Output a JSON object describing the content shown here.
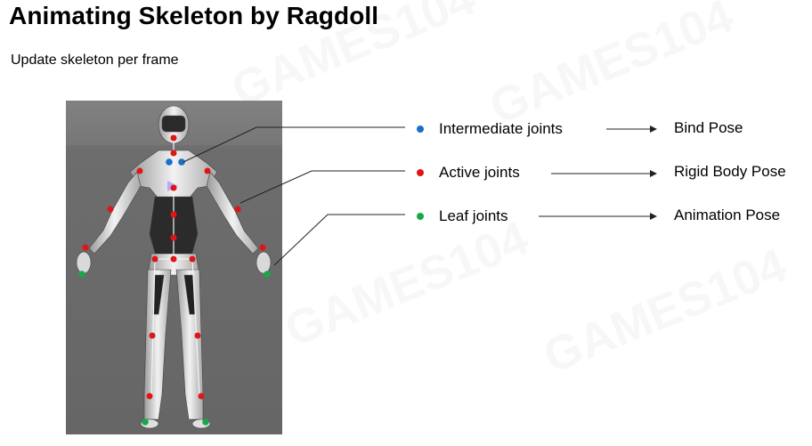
{
  "title": "Animating Skeleton by Ragdoll",
  "subtitle": "Update skeleton per frame",
  "watermark": "GAMES104",
  "colors": {
    "intermediate": "#1a6fc9",
    "active": "#e01515",
    "leaf": "#17a84a",
    "figure_bg": "#6b6b6b"
  },
  "legend": [
    {
      "label": "Intermediate joints",
      "color": "#1a6fc9",
      "maps_to": "Bind Pose"
    },
    {
      "label": "Active joints",
      "color": "#e01515",
      "maps_to": "Rigid Body Pose"
    },
    {
      "label": "Leaf joints",
      "color": "#17a84a",
      "maps_to": "Animation Pose"
    }
  ]
}
